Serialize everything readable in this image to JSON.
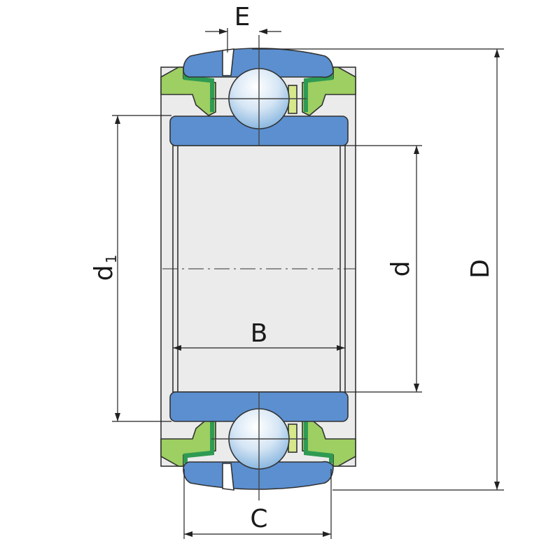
{
  "diagram": {
    "title_labels": {
      "E": "E",
      "D": "D",
      "d": "d",
      "d1_main": "d",
      "d1_sub": "1",
      "B": "B",
      "C": "C"
    },
    "colors": {
      "rings": "#5b8fd0",
      "seal": "#9dcf62",
      "seal_insert": "#2f9b52",
      "body": "#ebebeb",
      "cage": "#d6e88a",
      "outline": "#333333"
    }
  }
}
